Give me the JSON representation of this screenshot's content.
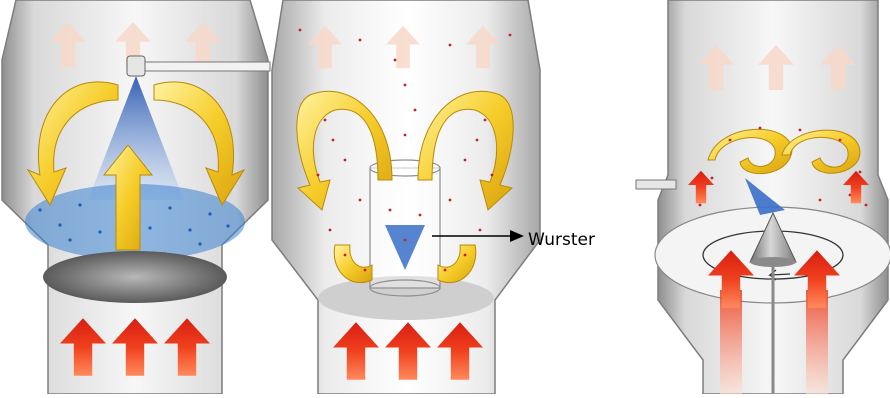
{
  "figure": {
    "panels": [
      {
        "id": "top-spray"
      },
      {
        "id": "bottom-spray-wurster"
      },
      {
        "id": "tangential-spray"
      }
    ],
    "callout": {
      "label": "Wurster"
    },
    "colors": {
      "hot_air": "#e8321c",
      "exhaust": "#f7d4c4",
      "particle_flow": "#f0c419",
      "spray": "#3a6fc9",
      "particles_blue": "#3b7fd0",
      "particles_red": "#c8202a",
      "chamber": "#e9e9e9",
      "chamber_dark": "#9a9a9a"
    }
  }
}
